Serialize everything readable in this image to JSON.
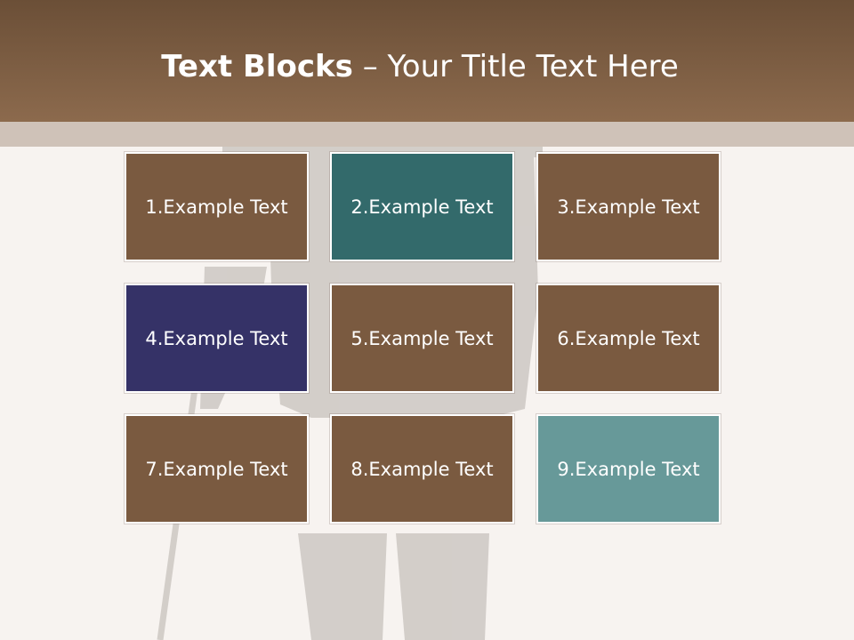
{
  "title": {
    "bold": "Text Blocks",
    "separator": " – ",
    "regular": "Your Title Text Here"
  },
  "blocks": [
    {
      "label": "1.Example Text",
      "color": "#7a5a40"
    },
    {
      "label": "2.Example Text",
      "color": "#336a6b"
    },
    {
      "label": "3.Example Text",
      "color": "#7a5a40"
    },
    {
      "label": "4.Example Text",
      "color": "#353267"
    },
    {
      "label": "5.Example Text",
      "color": "#7a5a40"
    },
    {
      "label": "6.Example Text",
      "color": "#7a5a40"
    },
    {
      "label": "7.Example Text",
      "color": "#7a5a40"
    },
    {
      "label": "8.Example Text",
      "color": "#7a5a40"
    },
    {
      "label": "9.Example Text",
      "color": "#679999"
    }
  ],
  "theme": {
    "header_color": "#7a5a40",
    "background_color": "#f7f3f0"
  }
}
